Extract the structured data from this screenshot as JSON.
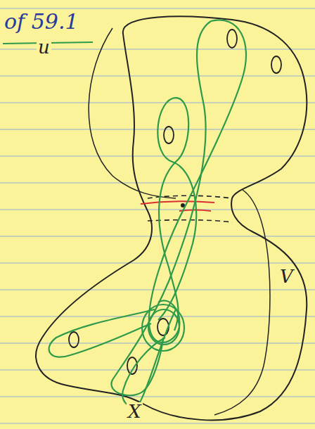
{
  "diagram": {
    "title": "of 59.1",
    "labels": [
      "u",
      "V",
      "X"
    ]
  }
}
